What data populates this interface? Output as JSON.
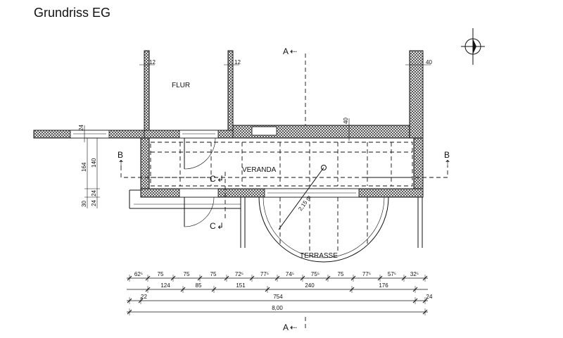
{
  "title": "Grundriss EG",
  "rooms": {
    "flur": "FLUR",
    "veranda": "VERANDA",
    "terrasse": "TERRASSE"
  },
  "sections": {
    "a": "A",
    "b": "B",
    "c": "C"
  },
  "wall_labels": {
    "w1": "12",
    "w2": "12",
    "w3": "40",
    "w4": "24",
    "w5": "40"
  },
  "radius_label": "2,15 m",
  "vertical_dims": [
    "164",
    "140",
    "24",
    "30",
    "24"
  ],
  "dim_row1": [
    "62⁵",
    "75",
    "75",
    "75",
    "72⁵",
    "77⁵",
    "74⁵",
    "75⁵",
    "75",
    "77⁵",
    "57⁵",
    "32⁵"
  ],
  "dim_row2": [
    "124",
    "85",
    "151",
    "240",
    "176"
  ],
  "dim_row3": [
    "22",
    "754",
    "24"
  ],
  "dim_row4": [
    "8,00"
  ]
}
